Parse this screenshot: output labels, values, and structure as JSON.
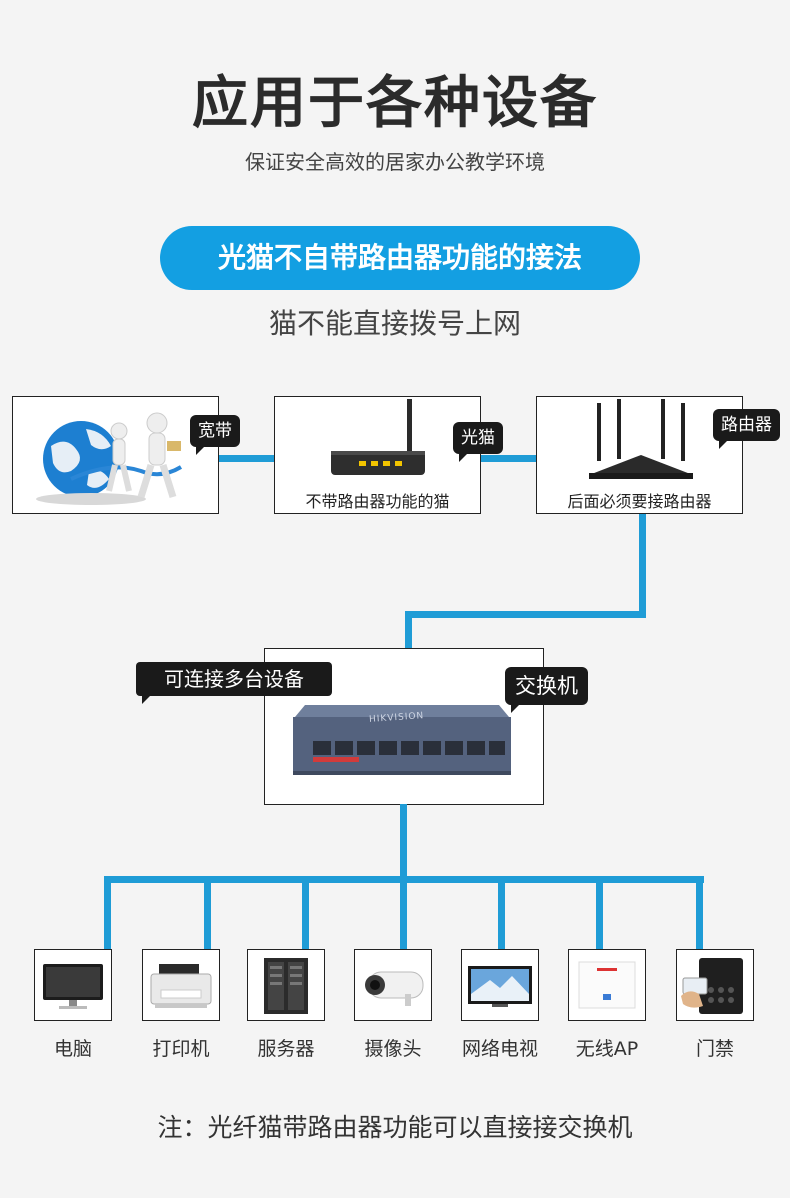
{
  "title": "应用于各种设备",
  "subtitle": "保证安全高效的居家办公教学环境",
  "pill_title": "光猫不自带路由器功能的接法",
  "pill_subtitle": "猫不能直接拨号上网",
  "top_nodes": {
    "broadband": {
      "tag": "宽带"
    },
    "modem": {
      "tag": "光猫",
      "caption": "不带路由器功能的猫"
    },
    "router": {
      "tag": "路由器",
      "caption": "后面必须要接路由器"
    }
  },
  "switch": {
    "tag": "交换机",
    "note": "可连接多台设备",
    "brand": "HIKVISION"
  },
  "devices": [
    {
      "label": "电脑",
      "icon": "monitor-icon"
    },
    {
      "label": "打印机",
      "icon": "printer-icon"
    },
    {
      "label": "服务器",
      "icon": "server-icon"
    },
    {
      "label": "摄像头",
      "icon": "camera-icon"
    },
    {
      "label": "网络电视",
      "icon": "tv-icon"
    },
    {
      "label": "无线AP",
      "icon": "access-point-icon"
    },
    {
      "label": "门禁",
      "icon": "access-control-icon"
    }
  ],
  "footer_note": "注：光纤猫带路由器功能可以直接接交换机",
  "colors": {
    "accent": "#139fe2",
    "wire": "#1f9cd6",
    "label_bg": "#1a1a1a"
  }
}
